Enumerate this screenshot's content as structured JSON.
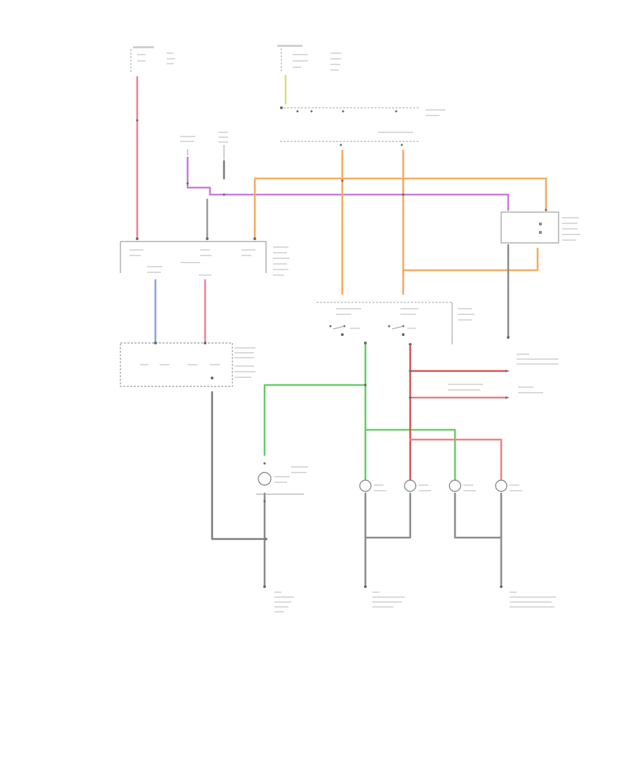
{
  "colors": {
    "pink": "#f07f9a",
    "violet": "#c77ad8",
    "orange": "#f7a95c",
    "green": "#66cc66",
    "blue": "#8a9fe0",
    "red": "#d65050",
    "gray": "#7a7a7a"
  },
  "labels": {
    "page_number": "",
    "connector_codes": [
      "A",
      "B",
      "C",
      "D",
      "E",
      "F",
      "G",
      "H"
    ]
  }
}
